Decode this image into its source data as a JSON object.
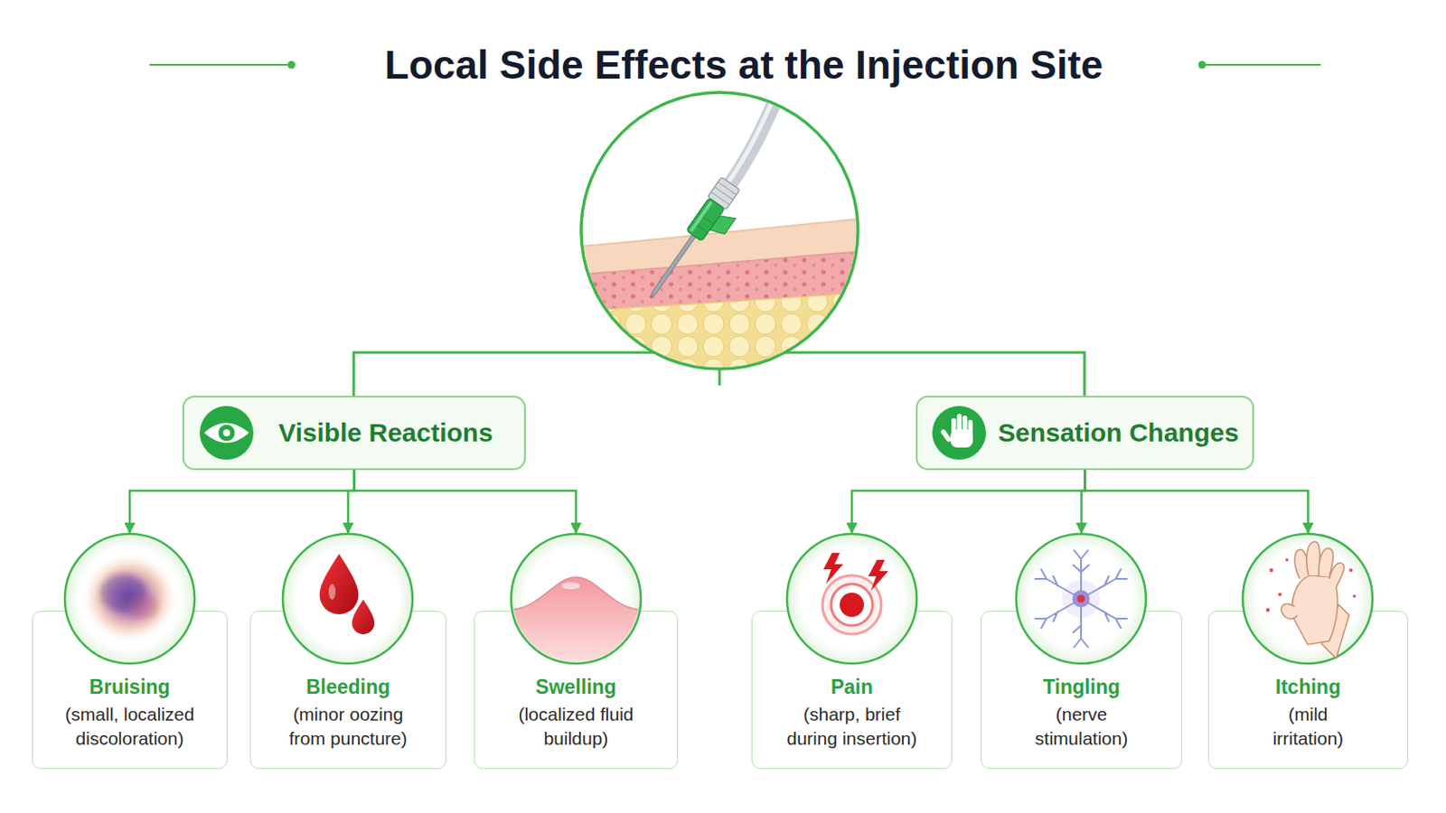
{
  "diagram": {
    "title": "Local Side Effects at the Injection Site",
    "nodes": [
      {
        "text": [
          "Visible Reactions"
        ]
      },
      {
        "text": [
          "Sensation Changes"
        ]
      },
      {
        "text": [
          "Bruising",
          "(small, localized discoloration)"
        ]
      },
      {
        "text": [
          "Bleeding",
          "(minor oozing from puncture)"
        ]
      },
      {
        "text": [
          "Swelling",
          "(localized fluid buildup)"
        ]
      },
      {
        "text": [
          "Pain",
          "(sharp, brief during insertion)"
        ]
      },
      {
        "text": [
          "Tingling",
          "(nerve stimulation)"
        ]
      },
      {
        "text": [
          "Itching",
          "(mild irritation)"
        ]
      }
    ],
    "edges": [
      {
        "from": 0,
        "to": 2,
        "arrow": "to"
      },
      {
        "from": 0,
        "to": 3,
        "arrow": "to"
      },
      {
        "from": 0,
        "to": 4,
        "arrow": "to"
      },
      {
        "from": 1,
        "to": 5,
        "arrow": "to"
      },
      {
        "from": 1,
        "to": 6,
        "arrow": "to"
      },
      {
        "from": 1,
        "to": 7,
        "arrow": "to"
      }
    ]
  }
}
